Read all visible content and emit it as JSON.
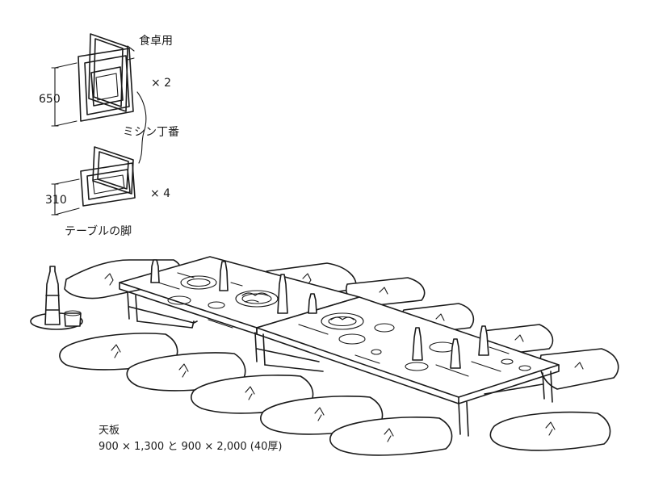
{
  "labels": {
    "dining_use": "食卓用",
    "count_frame": "× 2",
    "height_tall": "650",
    "hinge": "ミシン丁番",
    "height_short": "310",
    "count_leg": "× 4",
    "table_leg": "テーブルの脚",
    "top_board": "天板",
    "top_board_dims": "900 × 1,300 と 900 × 2,000 (40厚)"
  },
  "colors": {
    "ink": "#1a1a1a",
    "paper": "#ffffff"
  }
}
